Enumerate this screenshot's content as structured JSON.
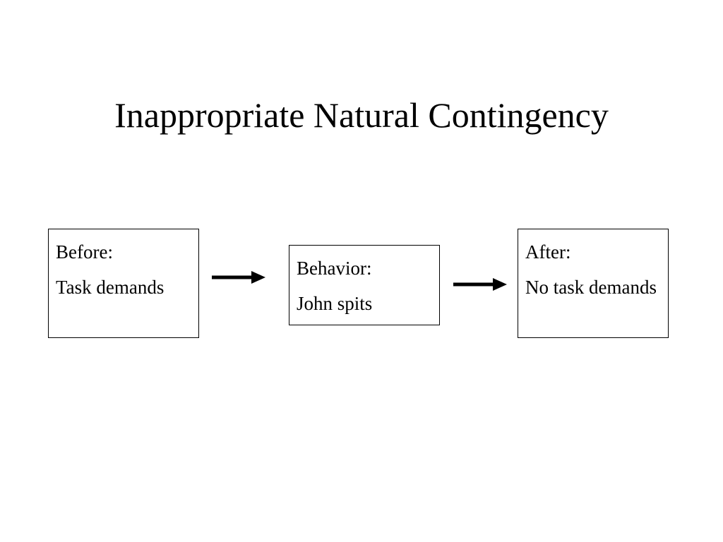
{
  "slide": {
    "title": "Inappropriate Natural Contingency"
  },
  "boxes": {
    "before": {
      "label": "Before:",
      "text": "Task demands"
    },
    "behavior": {
      "label": "Behavior:",
      "text": "John spits"
    },
    "after": {
      "label": "After:",
      "text": "No task demands"
    }
  },
  "colors": {
    "background": "#ffffff",
    "text": "#000000",
    "border": "#000000",
    "arrow": "#000000"
  },
  "icons": {
    "arrow_1": "arrow-right-icon",
    "arrow_2": "arrow-right-icon"
  }
}
